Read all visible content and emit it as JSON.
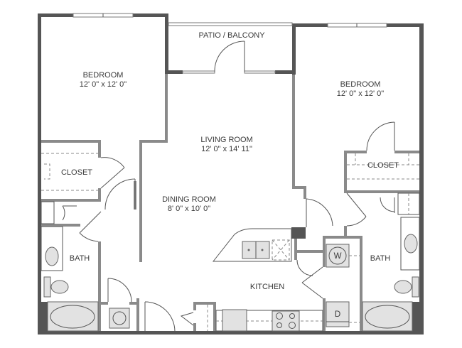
{
  "floor_plan": {
    "rooms": [
      {
        "id": "bedroom-left",
        "name": "BEDROOM",
        "dimensions": "12' 0\" x 12' 0\""
      },
      {
        "id": "patio",
        "name": "PATIO / BALCONY",
        "dimensions": ""
      },
      {
        "id": "bedroom-right",
        "name": "BEDROOM",
        "dimensions": "12' 0\" x 12' 0\""
      },
      {
        "id": "living-room",
        "name": "LIVING ROOM",
        "dimensions": "12' 0\" x 14' 11\""
      },
      {
        "id": "dining-room",
        "name": "DINING ROOM",
        "dimensions": "8' 0\" x 10' 0\""
      },
      {
        "id": "closet-left",
        "name": "CLOSET",
        "dimensions": ""
      },
      {
        "id": "closet-right",
        "name": "CLOSET",
        "dimensions": ""
      },
      {
        "id": "bath-left",
        "name": "BATH",
        "dimensions": ""
      },
      {
        "id": "bath-right",
        "name": "BATH",
        "dimensions": ""
      },
      {
        "id": "kitchen",
        "name": "KITCHEN",
        "dimensions": ""
      }
    ],
    "appliances": {
      "washer": "W",
      "dryer": "D"
    },
    "colors": {
      "wall": "#555555",
      "fixture": "#e2e2e2",
      "label": "#3a3a3a"
    }
  }
}
